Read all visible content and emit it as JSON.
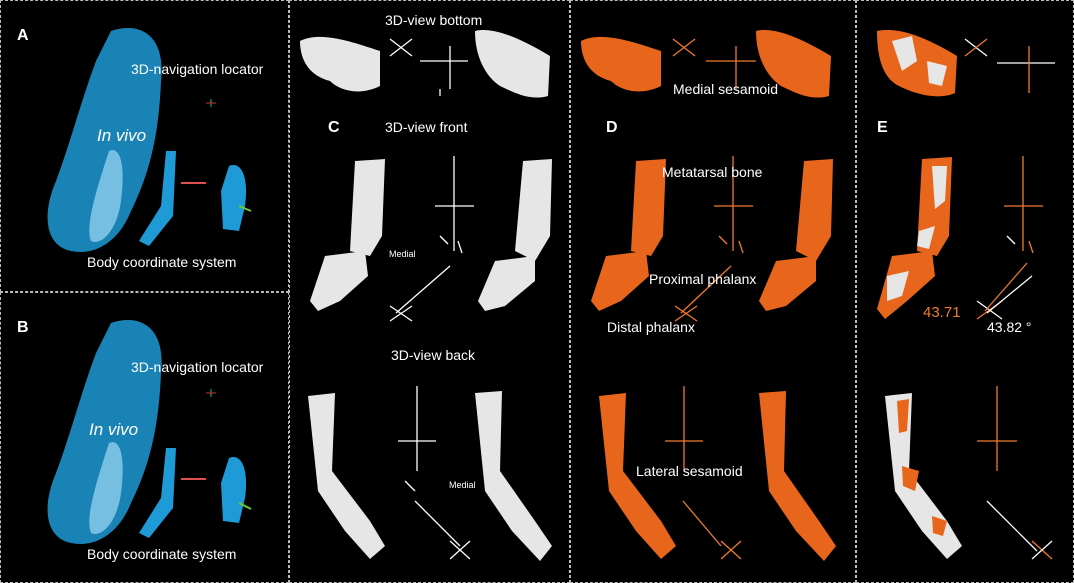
{
  "panels": {
    "A": {
      "label": "A",
      "locator": "3D-navigation locator",
      "in_vivo": "In vivo",
      "coord": "Body coordinate system"
    },
    "B": {
      "label": "B",
      "locator": "3D-navigation locator",
      "in_vivo": "In vivo",
      "coord": "Body coordinate system"
    },
    "C": {
      "label": "C",
      "view_bottom": "3D-view bottom",
      "view_front": "3D-view front",
      "view_back": "3D-view back",
      "medial_front": "Medial",
      "medial_back": "Medial"
    },
    "D": {
      "label": "D",
      "medial_sesamoid": "Medial sesamoid",
      "metatarsal": "Metatarsal bone",
      "proximal": "Proximal phalanx",
      "distal": "Distal phalanx",
      "lateral_sesamoid": "Lateral sesamoid"
    },
    "E": {
      "label": "E",
      "angle_orange": "43.71",
      "angle_white": "43.82 °"
    }
  },
  "colors": {
    "blue": "#1e9ad6",
    "bone_white": "#e6e6e6",
    "bone_orange": "#e8651c",
    "axis_orange": "#f07a2e"
  }
}
